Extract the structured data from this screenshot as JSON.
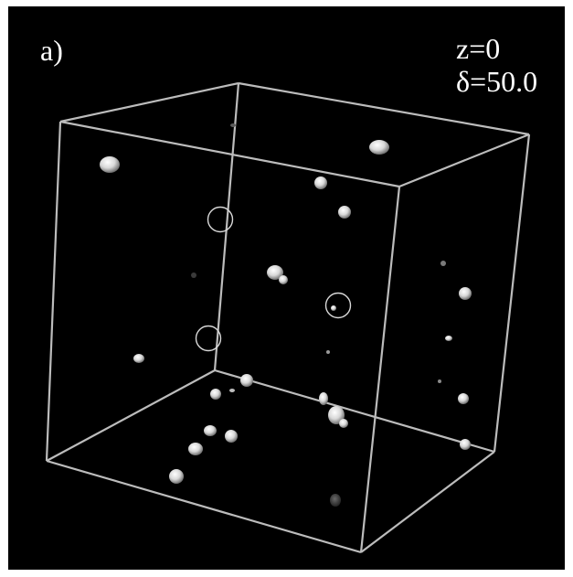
{
  "panel_label": "a)",
  "params": {
    "z_text": "z=0",
    "delta_text": "δ=50.0"
  },
  "colors": {
    "background": "#000000",
    "box_edges": "#bcbcbc",
    "markers": "#d9d9d9",
    "blobs": "#f2f2f2"
  }
}
